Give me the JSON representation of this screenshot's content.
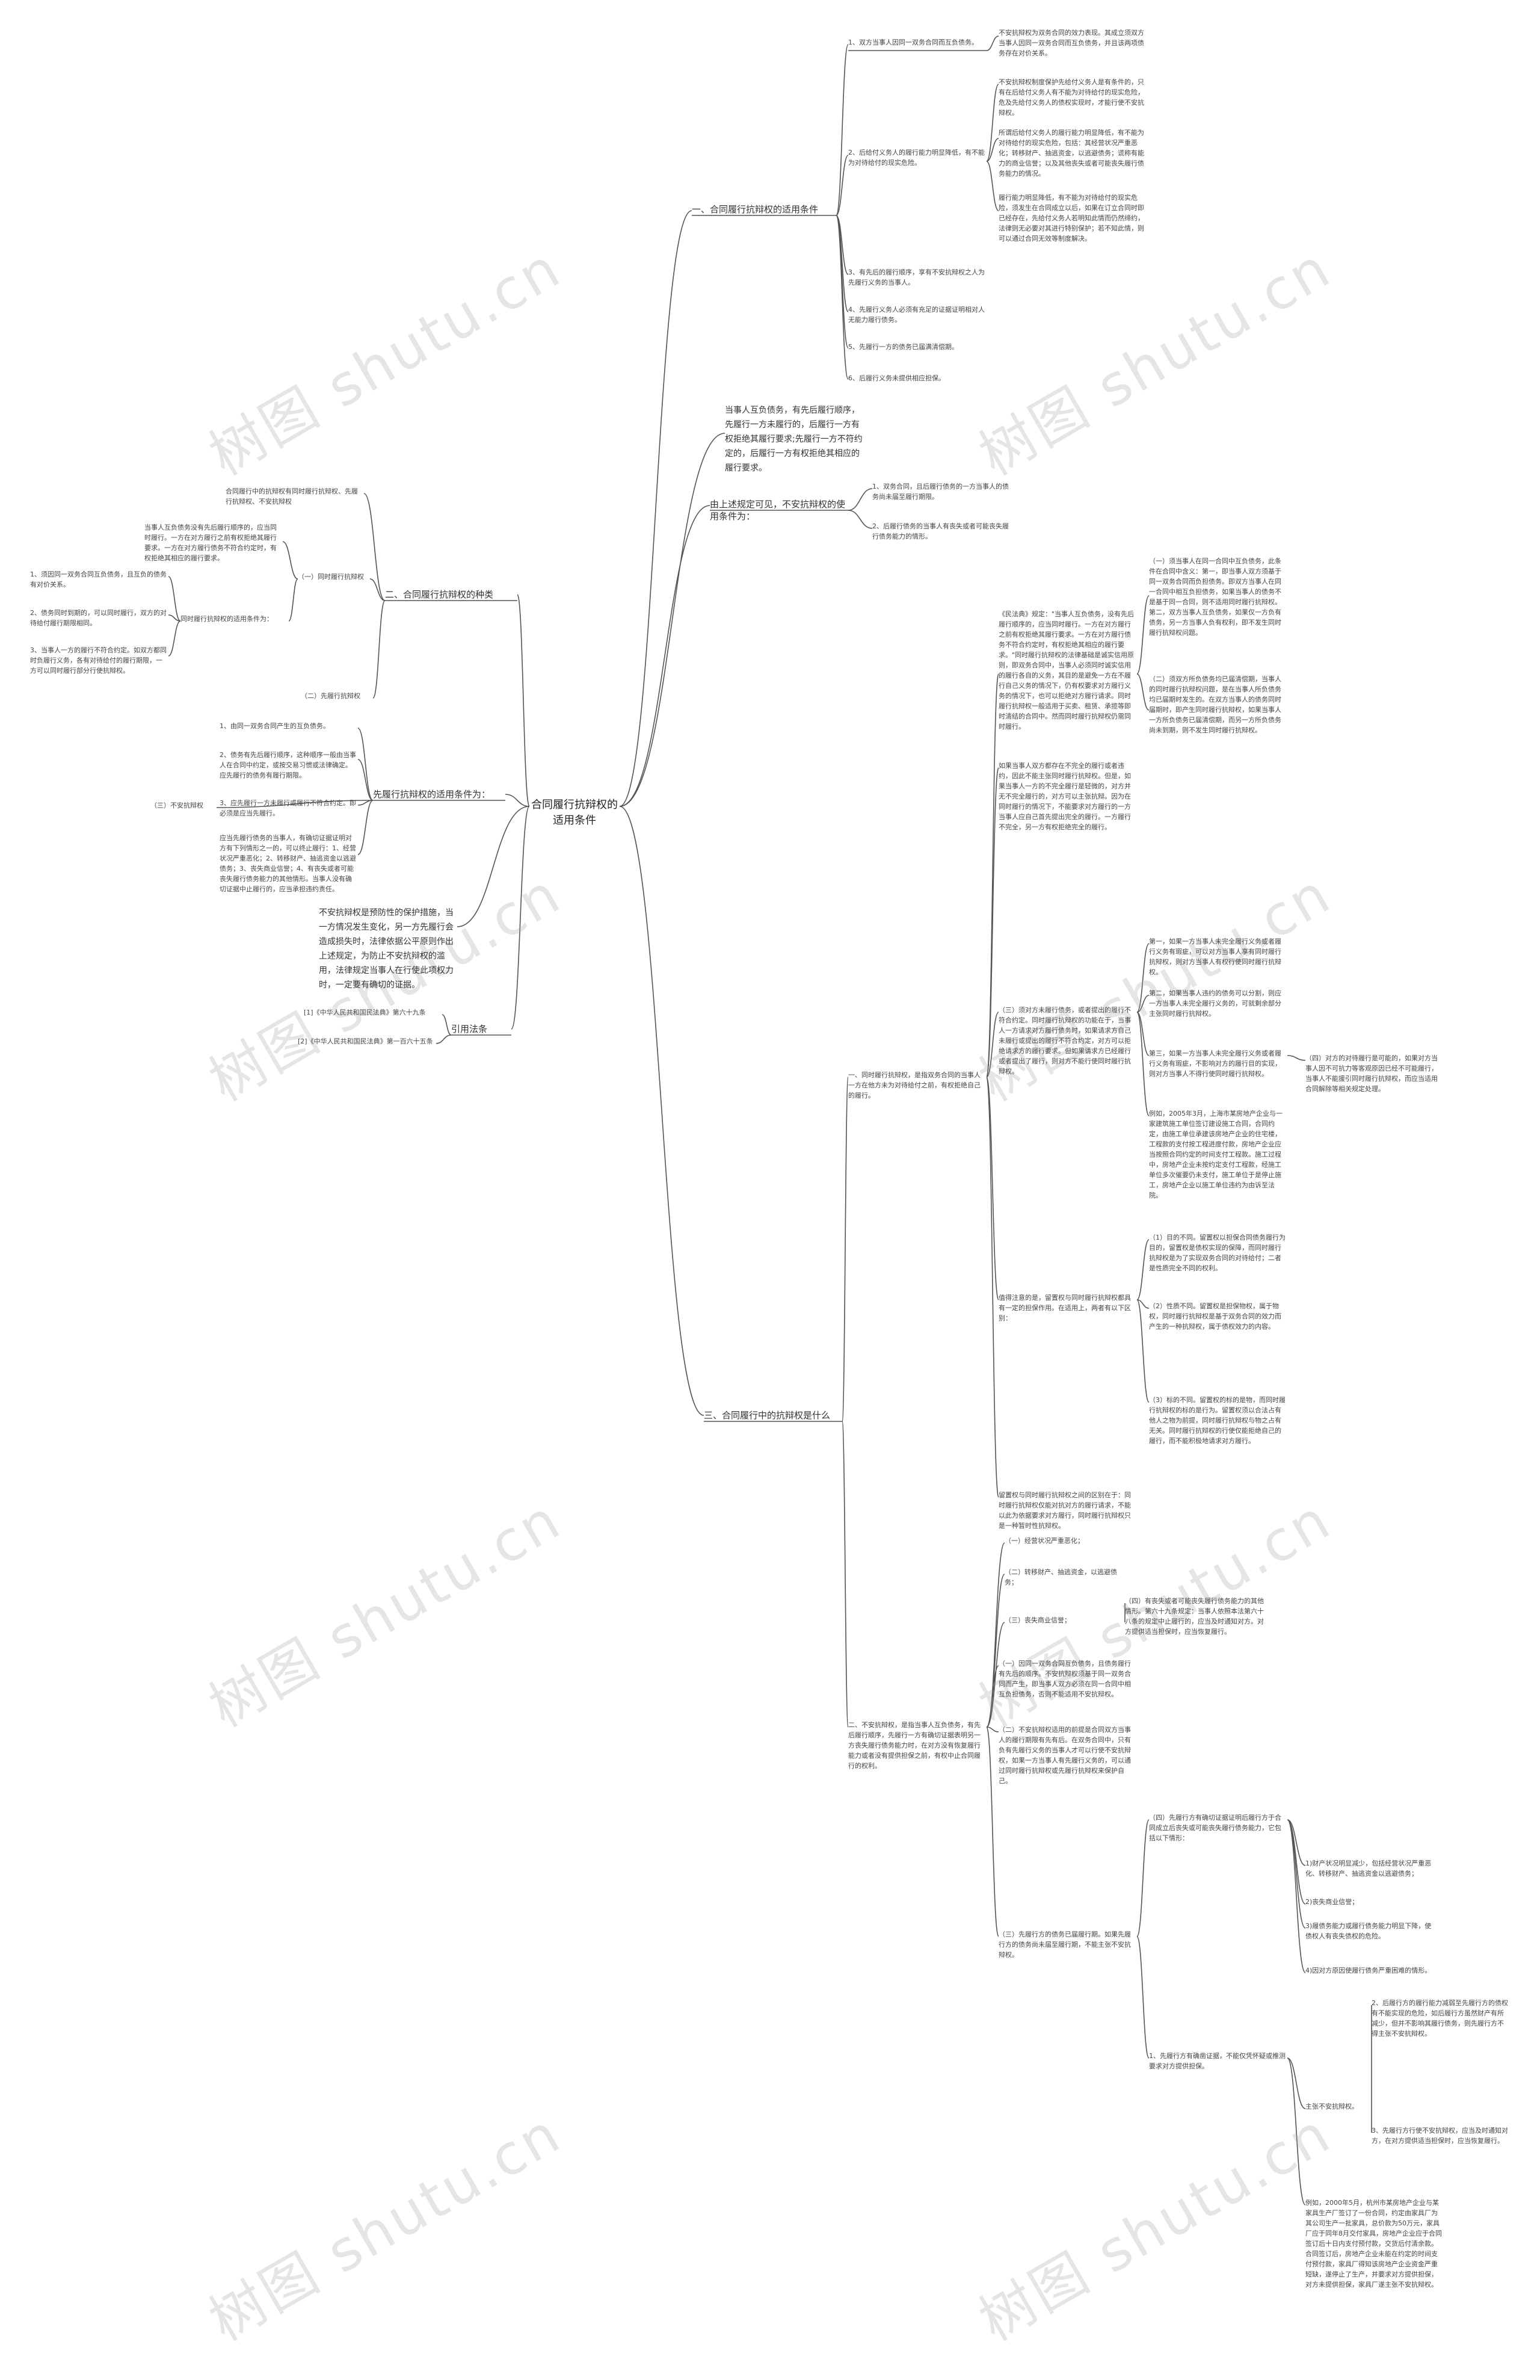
{
  "title": "合同履行抗辩权的适用条件",
  "watermark": "树图 shutu.cn",
  "branches": {
    "b1": "一、合同履行抗辩权的适用条件",
    "b1_item1": "1、双方当事人因同一双务合同而互负债务。",
    "b1_item1_detail": "不安抗辩权为双务合同的效力表现。其成立须双方当事人因同一双务合同而互负债务，并且该两项债务存在对价关系。",
    "b1_item2": "2、后给付义务人的履行能力明显降低，有不能为对待给付的现实危险。",
    "b1_item2_d1": "不安抗辩权制度保护先给付义务人是有条件的，只有在后给付义务人有不能为对待给付的现实危险，危及先给付义务人的债权实现时，才能行使不安抗辩权。",
    "b1_item2_d2": "所谓后给付义务人的履行能力明显降低，有不能为对待给付的现实危险，包括：其经营状况严重恶化；转移财产、抽逃资金，以逃避债务；谎称有能力的商业信誉；以及其他丧失或者可能丧失履行债务能力的情况。",
    "b1_item2_d3": "履行能力明显降低，有不能为对待给付的现实危险，须发生在合同成立以后，如果在订立合同时即已经存在，先给付义务人若明知此情而仍然缔约，法律则无必要对其进行特别保护；若不知此情，则可以通过合同无效等制度解决。",
    "b1_item3": "3、有先后的履行顺序，享有不安抗辩权之人为先履行义务的当事人。",
    "b1_item4": "4、先履行义务人必须有充足的证据证明相对人无能力履行债务。",
    "b1_item5": "5、先履行一方的债务已届满清偿期。",
    "b1_item6": "6、后履行义务未提供相应担保。",
    "b2_para": "当事人互负债务，有先后履行顺序，先履行一方未履行的，后履行一方有权拒绝其履行要求;先履行一方不符约定的，后履行一方有权拒绝其相应的履行要求。",
    "b3": "由上述规定可见，不安抗辩权的使用条件为：",
    "b3_item1": "1、双务合同，且后履行债务的一方当事人的债务尚未届至履行期限。",
    "b3_item2": "2、后履行债务的当事人有丧失或者可能丧失履行债务能力的情形。",
    "left1": "二、合同履行抗辩权的种类",
    "left1_top": "合同履行中的抗辩权有同时履行抗辩权、先履行抗辩权、不安抗辩权",
    "left1_sub1": "（一）同时履行抗辩权",
    "left1_sub1_desc": "当事人互负债务没有先后履行顺序的，应当同时履行。一方在对方履行之前有权拒绝其履行要求。一方在对方履行债务不符合约定时，有权拒绝其相应的履行要求。",
    "left1_cond_label": "同时履行抗辩权的适用条件为：",
    "left1_cond1": "1、须因同一双务合同互负债务，且互负的债务有对价关系。",
    "left1_cond2": "2、债务同时到期的，可以同时履行，双方的对待给付履行期限相同。",
    "left1_cond3": "3、当事人一方的履行不符合约定。如双方都同时负履行义务，各有对待给付的履行期限，一方可以同时履行部分行使抗辩权。",
    "left1_sub2": "（二）先履行抗辩权",
    "left2_label": "先履行抗辩权的适用条件为：",
    "left2_c1": "1、由同一双务合同产生的互负债务。",
    "left2_c2": "2、债务有先后履行顺序，这种顺序一般由当事人在合同中约定，或按交易习惯或法律确定。应先履行的债务有履行期限。",
    "left2_c3": "3、应先履行一方未履行或履行不符合约定。即必须是应当先履行。",
    "left2_c4": "应当先履行债务的当事人，有确切证据证明对方有下列情形之一的，可以终止履行：1、经营状况严重恶化；2、转移财产、抽逃资金以逃避债务；3、丧失商业信誉；4、有丧失或者可能丧失履行债务能力的其他情形。当事人没有确切证据中止履行的，应当承担违约责任。",
    "left2_sub3": "（三）不安抗辩权",
    "left3_para": "不安抗辩权是预防性的保护措施，当一方情况发生变化，另一方先履行会造成损失时，法律依据公平原则作出上述规定，为防止不安抗辩权的滥用，法律规定当事人在行使此项权力时，一定要有确切的证据。",
    "left4": "引用法条",
    "left4_r1": "[1]《中华人民共和国民法典》第六十九条",
    "left4_r2": "[2]《中华人民共和国民法典》第一百六十五条",
    "b4": "三、合同履行中的抗辩权是什么",
    "b4_sub1": "一、同时履行抗辩权，是指双务合同的当事人一方在他方未为对待给付之前，有权拒绝自己的履行。",
    "b4_s1_main": "《民法典》规定：\"当事人互负债务，没有先后履行顺序的，应当同时履行。一方在对方履行之前有权拒绝其履行要求。一方在对方履行债务不符合约定时，有权拒绝其相应的履行要求。\"同时履行抗辩权的法律基础是诚实信用原则，即双务合同中，当事人必须同时诚实信用的履行各自的义务，其目的是避免一方在不履行自己义务的情况下，仍有权要求对方履行义务的情况下，也可以拒绝对方履行请求。同时履行抗辩权一般适用于买卖、租赁、承揽等即时清结的合同中。然而同时履行抗辩权仍需同时履行。",
    "b4_s1_r1": "（一）须当事人在同一合同中互负债务，此条件在合同中含义：第一，即当事人双方须基于同一双务合同而负担债务。即双方当事人在同一合同中相互负担债务，如果当事人的债务不是基于同一合同，则不适用同时履行抗辩权。第二，双方当事人互负债务，如果仅一方负有债务，另一方当事人负有权利，即不发生同时履行抗辩权问题。",
    "b4_s1_r2": "（二）须双方所负债务均已届清偿期，当事人的同时履行抗辩权问题，是在当事人所负债务均已届期时发生的。在双方当事人的债务同时届期时，即产生同时履行抗辩权，如果当事人一方所负债务已届清偿期，而另一方所负债务尚未到期，则不发生同时履行抗辩权。",
    "b4_s1_sec2_intro": "如果当事人双方都存在不完全的履行或者违约，因此不能主张同时履行抗辩权。但是，如果当事人一方的不完全履行是轻微的，对方并无不完全履行的，对方可以主张抗辩。因为在同时履行的情况下，不能要求对方履行的一方当事人应自己首先提出完全的履行。一方履行不完全，另一方有权拒绝完全的履行。",
    "b4_s1_sec3_intro": "（三）须对方未履行债务，或者提出的履行不符合约定。同时履行抗辩权的功能在于，当事人一方请求对方履行债务时，如果请求方自己未履行或提出的履行不符合约定，对方可以拒绝请求方的履行要求。但如果请求方已经履行或者提出了履行，则对方不能行使同时履行抗辩权。",
    "b4_s1_sec3_r1": "第一，如果一方当事人未完全履行义务或者履行义务有瑕疵，可以对方当事人享有同时履行抗辩权，则对方当事人有权行使同时履行抗辩权。",
    "b4_s1_sec3_r2": "第二，如果当事人违约的债务可以分割，则应一方当事人未完全履行义务的，可就剩余部分主张同时履行抗辩权。",
    "b4_s1_sec3_r3": "第三，如果一方当事人未完全履行义务或者履行义务有瑕疵，不影响对方的履行目的实现，则对方当事人不得行使同时履行抗辩权。",
    "b4_s1_sec3_r3_note": "（四）对方的对待履行是可能的，如果对方当事人因不可抗力等客观原因已经不可能履行，当事人不能援引同时履行抗辩权，而应当适用合同解除等相关规定处理。",
    "b4_s1_case": "例如，2005年3月，上海市某房地产企业与一家建筑施工单位签订建设施工合同，合同约定，由施工单位承建该房地产企业的住宅楼，工程款的支付按工程进度付款，房地产企业应当按照合同约定的时间支付工程款。施工过程中，房地产企业未按约定支付工程款，经施工单位多次催要仍未支付，施工单位于是停止施工，房地产企业以施工单位违约为由诉至法院。",
    "b4_s1_case_r1": "（1）目的不同。留置权以担保合同债务履行为目的，留置权是债权实现的保障，而同时履行抗辩权是为了实现双务合同的对待给付；二者是性质完全不同的权利。",
    "b4_s1_case_r2": "（2）性质不同。留置权是担保物权，属于物权，同时履行抗辩权是基于双务合同的效力而产生的一种抗辩权，属于债权效力的内容。",
    "b4_s1_case_r3": "（3）标的不同。留置权的标的是物，而同时履行抗辩权的标的是行为。留置权须以合法占有他人之物为前提，同时履行抗辩权与物之占有无关。同时履行抗辩权的行使仅能拒绝自己的履行，而不能积极地请求对方履行。",
    "b4_s1_case_intro": "值得注意的是，留置权与同时履行抗辩权都具有一定的担保作用。在适用上，两者有以下区别：",
    "b4_s1_tail": "留置权与同时履行抗辩权之间的区别在于：同时履行抗辩权仅能对抗对方的履行请求，不能以此为依据要求对方履行，同时履行抗辩权只是一种暂时性抗辩权。",
    "b4_sub2": "二、不安抗辩权，是指当事人互负债务，有先后履行顺序，先履行一方有确切证据表明另一方丧失履行债务能力时，在对方没有恢复履行能力或者没有提供担保之前，有权中止合同履行的权利。",
    "b4_s2_list1": "（一）经营状况严重恶化；",
    "b4_s2_list2": "（二）转移财产、抽逃资金，以逃避债务；",
    "b4_s2_list3": "（三）丧失商业信誉；",
    "b4_s2_list3_note": "（四）有丧失或者可能丧失履行债务能力的其他情形。第六十九条规定：当事人依照本法第六十八条的规定中止履行的，应当及时通知对方。对方提供适当担保时，应当恢复履行。",
    "b4_s2_p1": "（一）因同一双务合同互负债务，且债务履行有先后的顺序。不安抗辩权须基于同一双务合同而产生，即当事人双方必须在同一合同中相互负担债务，否则不能适用不安抗辩权。",
    "b4_s2_p2": "（二）不安抗辩权适用的前提是合同双方当事人的履行期限有先有后。在双务合同中，只有负有先履行义务的当事人才可以行使不安抗辩权，如果一方当事人有先履行义务的，可以通过同时履行抗辩权或先履行抗辩权来保护自己。",
    "b4_s2_p3": "（三）先履行方的债务已届履行期。如果先履行方的债务尚未届至履行期，不能主张不安抗辩权。",
    "b4_s2_p3_intro": "（四）先履行方有确切证据证明后履行方于合同成立后丧失或可能丧失履行债务能力，它包括以下情形：",
    "b4_s2_p3_r1": "1)财产状况明显减少，包括经营状况严重恶化、转移财产、抽逃资金以逃避债务；",
    "b4_s2_p3_r2": "2)丧失商业信誉；",
    "b4_s2_p3_r3": "3)履债务能力或履行债务能力明显下降，使债权人有丧失债权的危险。",
    "b4_s2_p3_r4": "4)因对方原因使履行债务严重困难的情形。",
    "b4_s2_p4_label": "1、先履行方有确凿证据，不能仅凭怀疑或推测要求对方提供担保。",
    "b4_s2_p4_r1": "2、后履行方的履行能力减弱至先履行方的债权有不能实现的危险，如后履行方虽然财产有所减少，但并不影响其履行债务，则先履行方不得主张不安抗辩权。",
    "b4_s2_p4_r2": "3、先履行方行使不安抗辩权，应当及时通知对方，在对方提供适当担保时，应当恢复履行。",
    "b4_s2_p4_mid": "主张不安抗辩权。",
    "b4_s2_case": "例如，2000年5月，杭州市某房地产企业与某家具生产厂签订了一份合同，约定由家具厂为其公司生产一批家具，总价款为50万元，家具厂应于同年8月交付家具，房地产企业应于合同签订后十日内支付预付款，交货后付清余款。合同签订后，房地产企业未能在约定的时间支付预付款，家具厂得知该房地产企业资金严重短缺，遂停止了生产，并要求对方提供担保，对方未提供担保，家具厂遂主张不安抗辩权。"
  }
}
